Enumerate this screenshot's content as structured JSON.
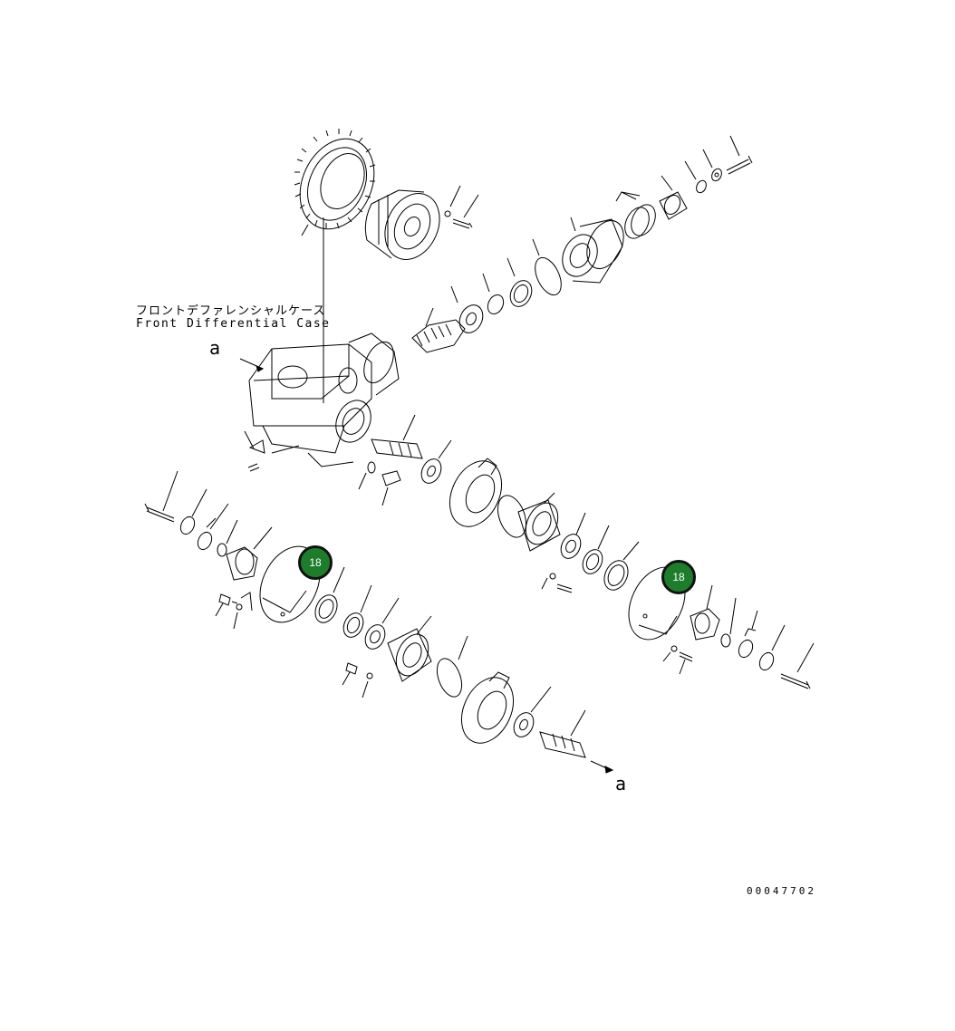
{
  "labels": {
    "case_jp": "フロントデファレンシャルケース",
    "case_en": "Front Differential Case",
    "ref_a_top": "a",
    "ref_a_bottom": "a",
    "drawing_code": "00047702"
  },
  "callouts": [
    {
      "id": "18"
    },
    {
      "id": "18"
    }
  ],
  "colors": {
    "badge_fill": "#1e7d2a",
    "badge_border": "#111111",
    "line": "#000000"
  }
}
